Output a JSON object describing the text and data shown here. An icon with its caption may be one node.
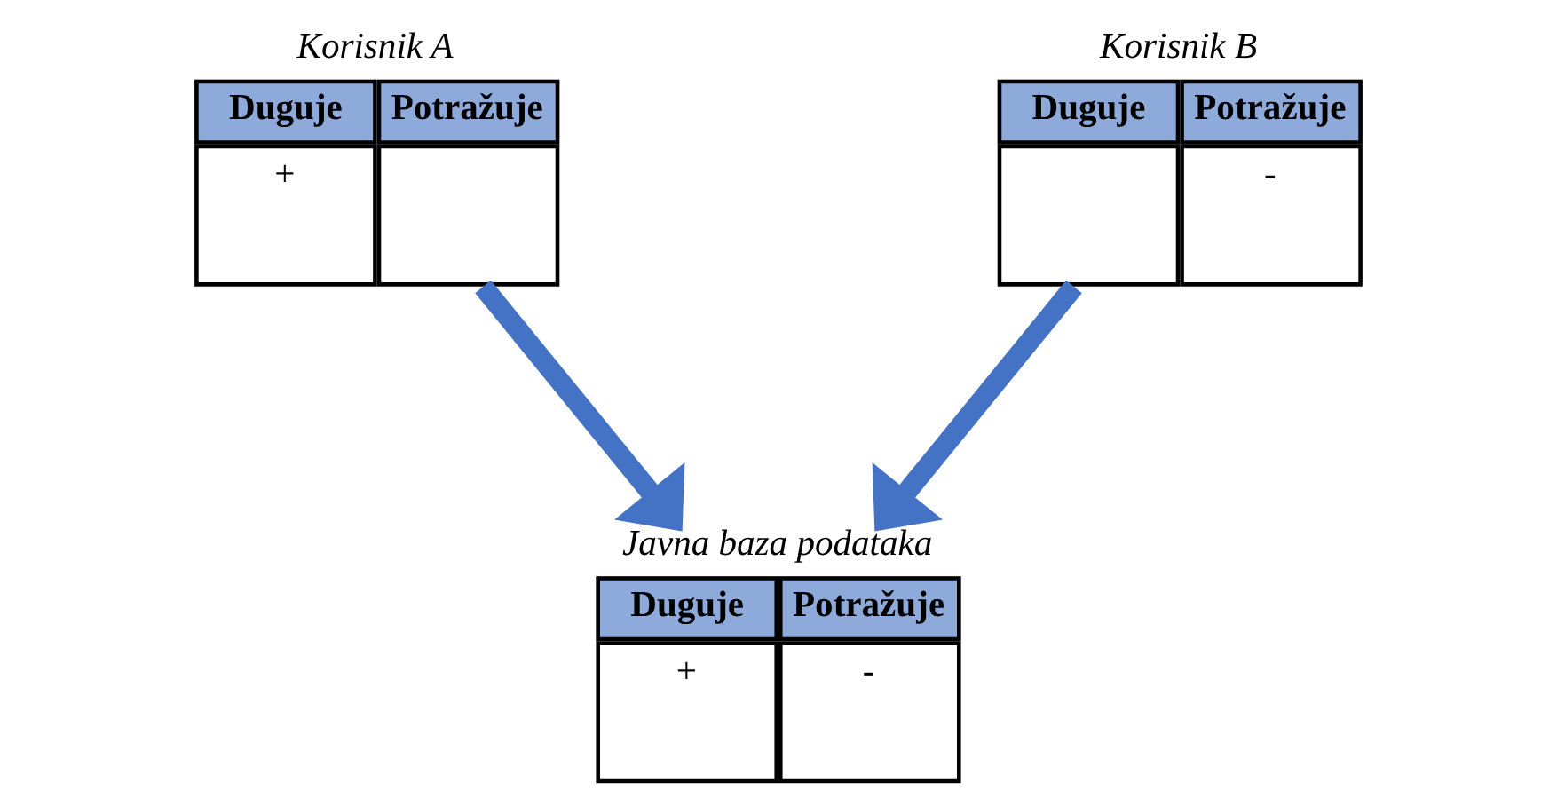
{
  "diagram": {
    "nodes": [
      {
        "text": [
          "Korisnik A",
          "Duguje",
          "Potražuje",
          "+"
        ]
      },
      {
        "text": [
          "Korisnik B",
          "Duguje",
          "Potražuje",
          "-"
        ]
      },
      {
        "text": [
          "Javna baza podataka",
          "Duguje",
          "Potražuje",
          "+",
          "-"
        ]
      }
    ],
    "edges": [
      {
        "from": 0,
        "to": 2,
        "arrow": "to",
        "color": "#4472c4"
      },
      {
        "from": 1,
        "to": 2,
        "arrow": "to",
        "color": "#4472c4"
      }
    ]
  }
}
